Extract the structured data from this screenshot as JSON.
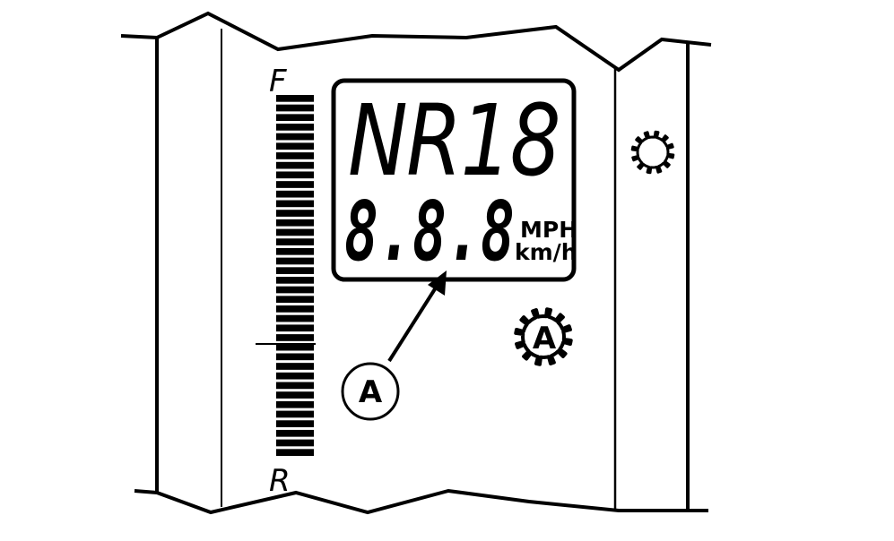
{
  "gauge": {
    "top_label": "F",
    "bottom_label": "R",
    "segment_count": 38
  },
  "display": {
    "line1": "NR18",
    "line2": "8.8.8",
    "unit_top": "MPH",
    "unit_bottom": "km/h"
  },
  "callout": {
    "label": "A"
  },
  "icons": {
    "top_right": "gear-icon",
    "auto_gear": "auto-gear-icon",
    "auto_gear_letter": "A"
  }
}
